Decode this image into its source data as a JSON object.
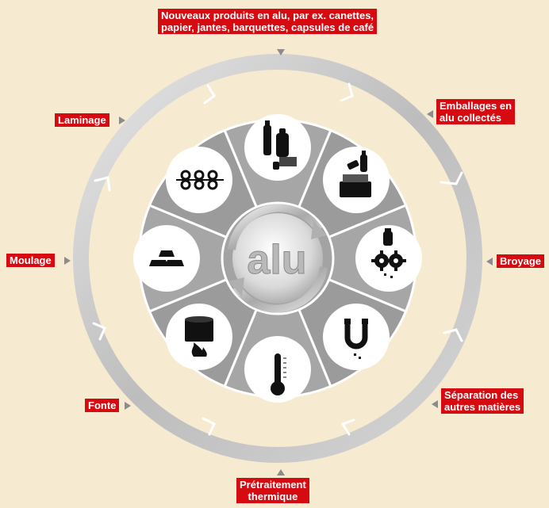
{
  "center_text": "alu",
  "labels": {
    "top": [
      "Nouveaux produits en alu, par ex. canettes,",
      "papier, jantes, barquettes, capsules de café"
    ],
    "emballages": [
      "Emballages en",
      "alu collectés"
    ],
    "broyage": "Broyage",
    "separation": [
      "Séparation des",
      "autres matières"
    ],
    "pretraitement": [
      "Prétraitement",
      "thermique"
    ],
    "fonte": "Fonte",
    "moulage": "Moulage",
    "laminage": "Laminage"
  },
  "icons": [
    "products-icon",
    "collected-packaging-icon",
    "shredder-gears-icon",
    "magnet-icon",
    "thermometer-icon",
    "furnace-fire-icon",
    "ingots-icon",
    "rolling-mill-icon"
  ],
  "colors": {
    "label_bg": "#d60b12",
    "background": "#f6ead0"
  }
}
